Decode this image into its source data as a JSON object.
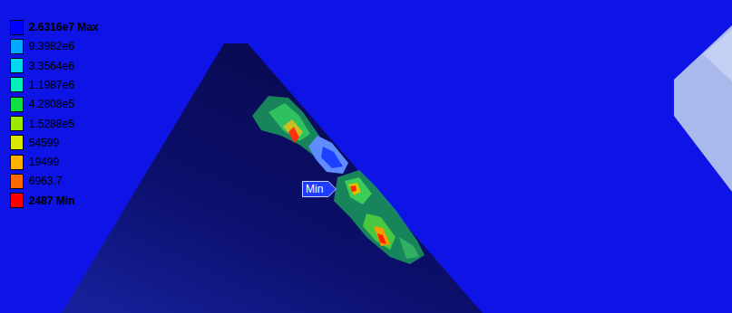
{
  "diagram": {
    "nodes": [
      {
        "text": [
          "Min"
        ]
      }
    ],
    "legend": [
      {
        "text": "2.6316e7 Max",
        "color": "#0000ff"
      },
      {
        "text": "9.3982e6",
        "color": "#00a8ff"
      },
      {
        "text": "3.3564e6",
        "color": "#00d8f0"
      },
      {
        "text": "1.1987e6",
        "color": "#00f0b8"
      },
      {
        "text": "4.2808e5",
        "color": "#10e040"
      },
      {
        "text": "1.5288e5",
        "color": "#9ce800"
      },
      {
        "text": "54599",
        "color": "#d8e800"
      },
      {
        "text": "19499",
        "color": "#ffb000"
      },
      {
        "text": "6963.7",
        "color": "#ff6a00"
      },
      {
        "text": "2487 Min",
        "color": "#ff0000"
      }
    ]
  }
}
